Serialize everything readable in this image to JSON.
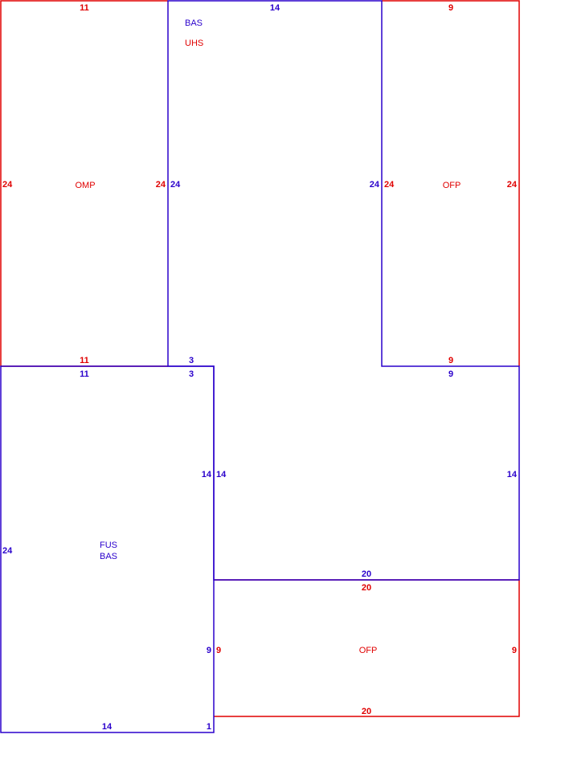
{
  "colors": {
    "blue": "#2a00cc",
    "red": "#e00000",
    "background": "#ffffff"
  },
  "areas": {
    "omp": {
      "code": "OMP",
      "top": "11",
      "left": "24",
      "right": "24",
      "bottom": "11"
    },
    "main": {
      "codes": [
        "BAS",
        "UHS"
      ],
      "top": "14",
      "left": "24",
      "right": "24",
      "bottom_left": "3",
      "bottom_right_step": "9",
      "lower_right": "14",
      "lower_left": "14",
      "bottom": "20"
    },
    "ofp_upper": {
      "code": "OFP",
      "top": "9",
      "left": "24",
      "right": "24",
      "bottom": "9"
    },
    "fus": {
      "codes": [
        "FUS",
        "BAS"
      ],
      "top_left": "11",
      "top_right": "3",
      "left": "24",
      "right_upper": "14",
      "right_lower": "9",
      "bottom": "14",
      "bottom_right": "1"
    },
    "ofp_lower": {
      "code": "OFP",
      "top": "20",
      "left": "9",
      "right": "9",
      "bottom": "20"
    }
  }
}
